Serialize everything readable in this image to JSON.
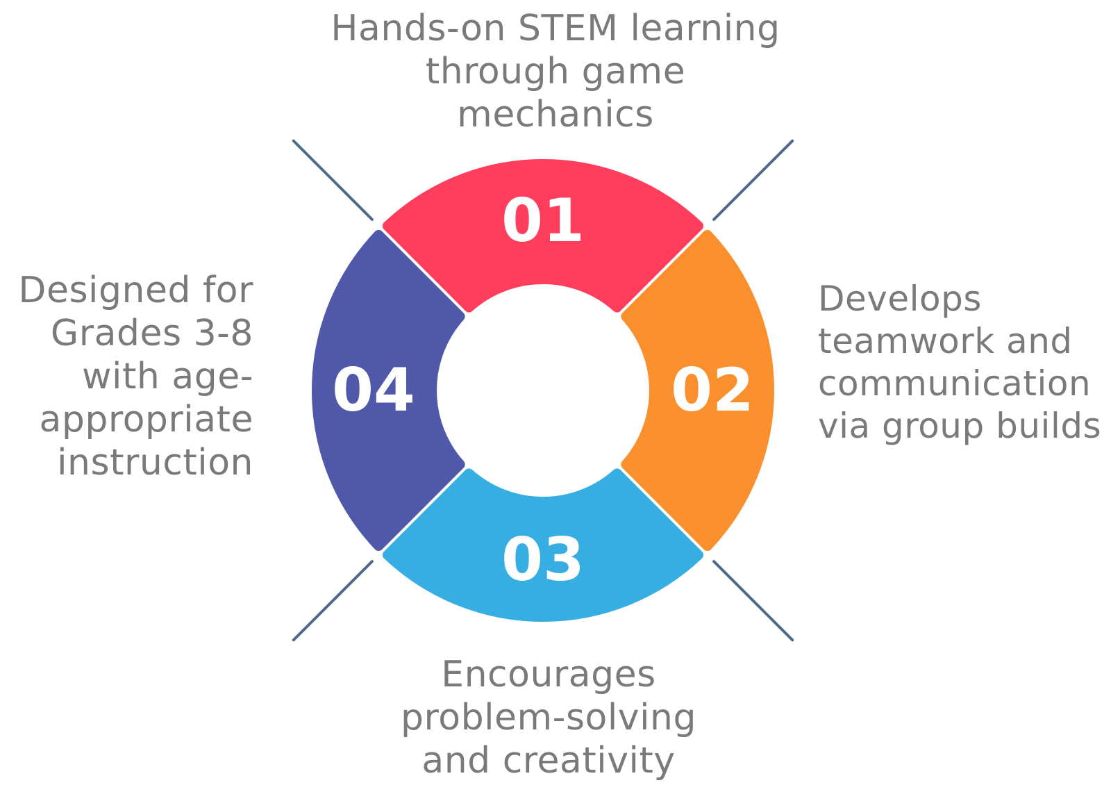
{
  "segments": [
    {
      "number": "01",
      "color": "#ff3d5c",
      "label_lines": [
        "Hands-on STEM learning",
        "through game",
        "mechanics"
      ]
    },
    {
      "number": "02",
      "color": "#fa8f2e",
      "label_lines": [
        "Develops",
        "teamwork and",
        "communication",
        "via group builds"
      ]
    },
    {
      "number": "03",
      "color": "#37aee2",
      "label_lines": [
        "Encourages",
        "problem-solving",
        "and creativity"
      ]
    },
    {
      "number": "04",
      "color": "#5058aa",
      "label_lines": [
        "Designed for",
        "Grades 3-8",
        "with age-",
        "appropriate",
        "instruction"
      ]
    }
  ],
  "connector_color": "#4d6b8f",
  "text_color": "#7a7a7a"
}
